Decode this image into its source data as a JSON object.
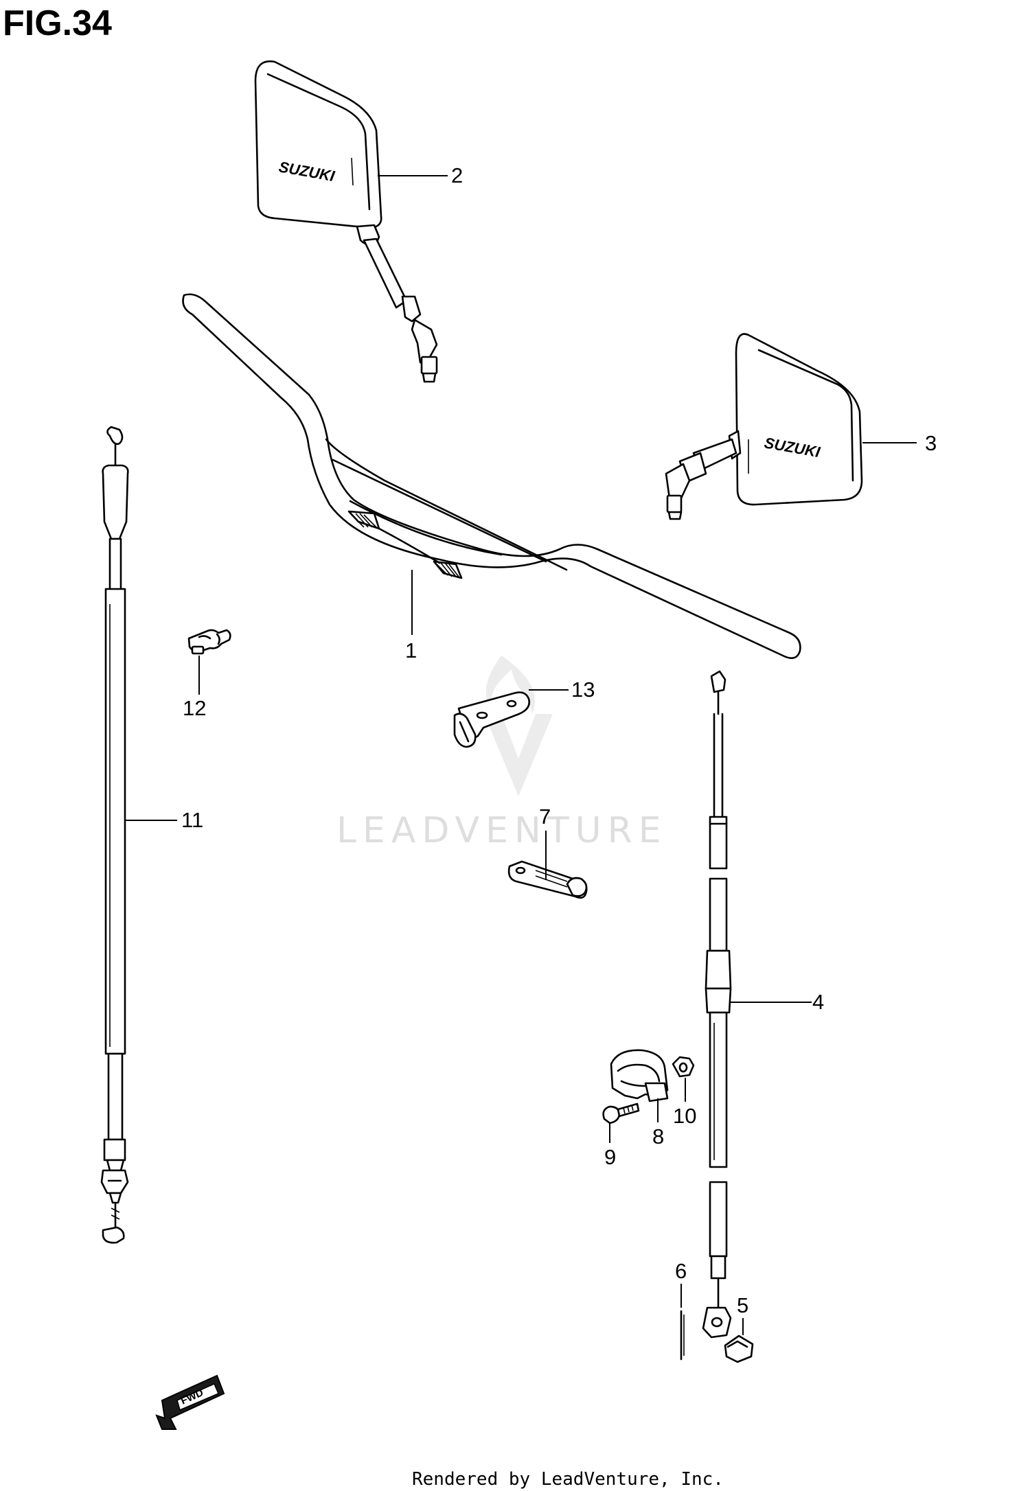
{
  "figure": {
    "title": "FIG.34"
  },
  "callouts": [
    {
      "id": "1",
      "label": "1"
    },
    {
      "id": "2",
      "label": "2"
    },
    {
      "id": "3",
      "label": "3"
    },
    {
      "id": "4",
      "label": "4"
    },
    {
      "id": "5",
      "label": "5"
    },
    {
      "id": "6",
      "label": "6"
    },
    {
      "id": "7",
      "label": "7"
    },
    {
      "id": "8",
      "label": "8"
    },
    {
      "id": "9",
      "label": "9"
    },
    {
      "id": "10",
      "label": "10"
    },
    {
      "id": "11",
      "label": "11"
    },
    {
      "id": "12",
      "label": "12"
    },
    {
      "id": "13",
      "label": "13"
    }
  ],
  "mirror_logo_left": "SUZUKI",
  "mirror_logo_right": "SUZUKI",
  "fwd_arrow": {
    "label": "FWD"
  },
  "watermark": "LEADVENTURE",
  "footer": "Rendered by LeadVenture, Inc.",
  "icons": {
    "fwd_arrow_icon": "left-down-arrow"
  }
}
